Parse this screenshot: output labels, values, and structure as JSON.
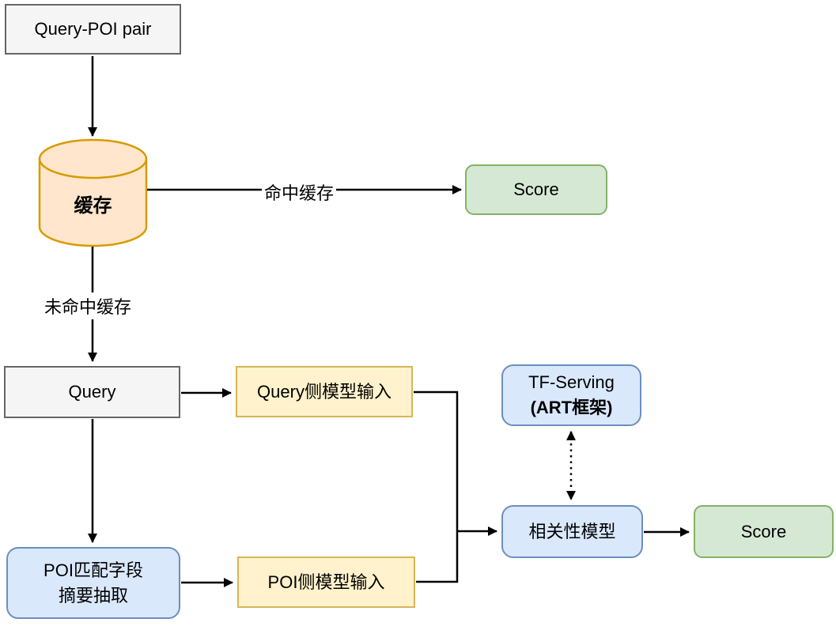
{
  "diagram": {
    "nodes": {
      "query_poi_pair": {
        "label": "Query-POI pair"
      },
      "cache": {
        "label": "缓存"
      },
      "score_hit": {
        "label": "Score"
      },
      "query": {
        "label": "Query"
      },
      "query_side_input": {
        "label": "Query侧模型输入"
      },
      "poi_extract": {
        "line1": "POI匹配字段",
        "line2": "摘要抽取"
      },
      "poi_side_input": {
        "label": "POI侧模型输入"
      },
      "tf_serving": {
        "line1": "TF-Serving",
        "line2": "(ART框架)"
      },
      "relevance_model": {
        "label": "相关性模型"
      },
      "score_final": {
        "label": "Score"
      }
    },
    "edge_labels": {
      "cache_hit": "命中缓存",
      "cache_miss": "未命中缓存"
    },
    "colors": {
      "gray_fill": "#f5f5f5",
      "gray_border": "#666666",
      "orange_fill": "#ffe6cc",
      "orange_border": "#d79b00",
      "yellow_fill": "#fff2cc",
      "yellow_border": "#d6b656",
      "blue_fill": "#dae8fc",
      "blue_border": "#6c8ebf",
      "green_fill": "#d5e8d4",
      "green_border": "#82b366",
      "line": "#000000"
    }
  }
}
